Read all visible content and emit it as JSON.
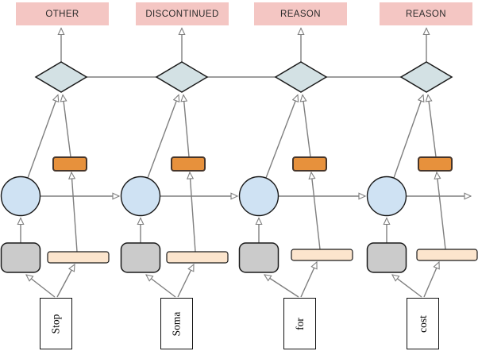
{
  "diagram": {
    "title": "sequence-tagging-network",
    "colors": {
      "label_box": "#f4c6c3",
      "diamond": "#d3e1e4",
      "circle": "#cfe2f3",
      "orange_rect": "#e7913c",
      "orange_border": "#46352a",
      "gray_rect": "#cbcbcb",
      "peach_rect": "#fce5cd",
      "word_box": "#ffffff",
      "connector": "#7f7f7f",
      "shape_border": "#1a1a1a"
    },
    "units": [
      {
        "label": "OTHER",
        "word": "Stop"
      },
      {
        "label": "DISCONTINUED",
        "word": "Soma"
      },
      {
        "label": "REASON",
        "word": "for"
      },
      {
        "label": "REASON",
        "word": "cost"
      }
    ]
  }
}
